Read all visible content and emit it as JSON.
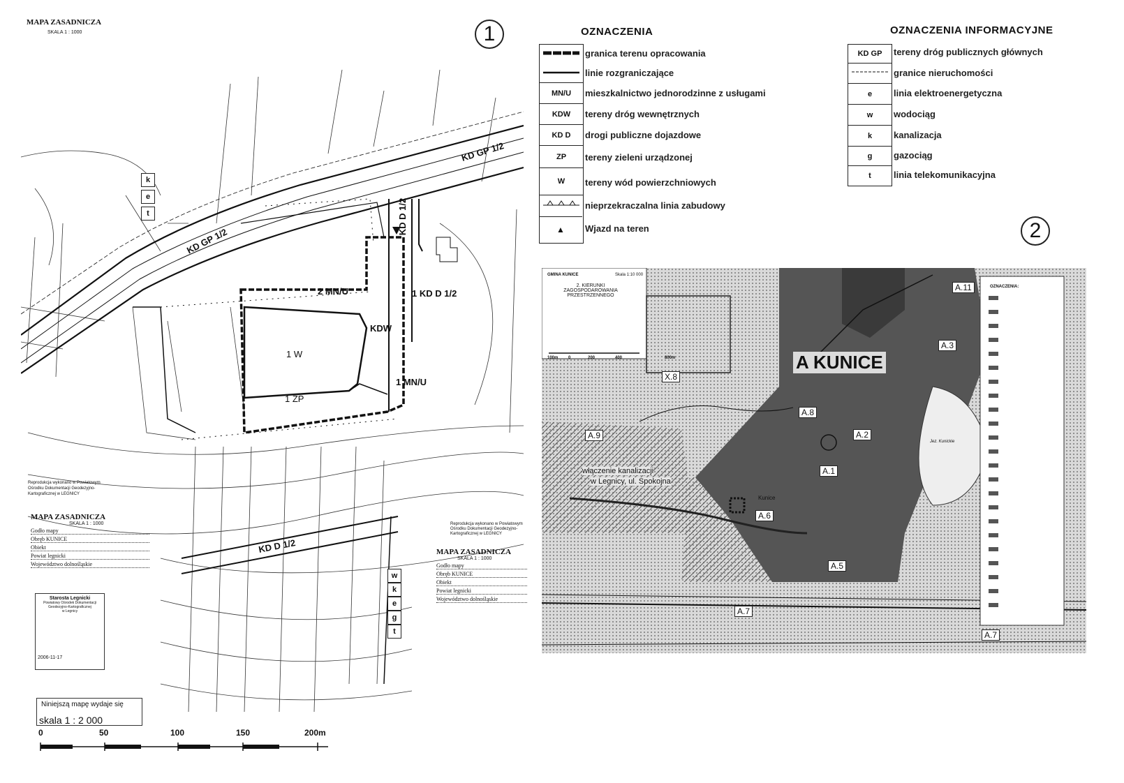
{
  "map1": {
    "top_title": "MAPA ZASADNICZA",
    "top_scale": "SKALA 1 : 1000",
    "panel_number": "1",
    "labels": {
      "kdgp_upper": "KD GP 1/2",
      "kdgp_lower": "KD GP 1/2",
      "kdd_vertical": "KD D 1/2",
      "kdd_right": "1 KD D 1/2",
      "mnu2": "2 MN/U",
      "kdw": "KDW",
      "w1": "1 W",
      "zp1": "1 ZP",
      "mnu1": "1 MN/U",
      "kdd_bottom": "KD D 1/2"
    },
    "utility_left": [
      "k",
      "e",
      "t"
    ],
    "utility_bottom": [
      "w",
      "k",
      "e",
      "g",
      "t"
    ],
    "repro_left": "Reprodukcja wykonano w Powiatowym Ośrodku Dokumentacji Geodezyjno-Kartograficznej w LEGNICY",
    "mid_title": "MAPA ZASADNICZA",
    "mid_scale": "SKALA 1 : 1000",
    "mid_fields": [
      "Godło mapy",
      "Obręb KUNICE",
      "Obiekt",
      "Powiat legnicki",
      "Województwo dolnośląskie"
    ],
    "right_repro": "Reprodukcja wykonano w Powiatowym Ośrodku Dokumentacji Geodezyjno-Kartograficznej w LEGNICY",
    "right_title": "MAPA ZASADNICZA",
    "right_scale": "SKALA 1 : 1000",
    "right_fields": [
      "Godło mapy",
      "Obręb KUNICE",
      "Obiekt",
      "Powiat legnicki",
      "Województwo dolnośląskie"
    ],
    "stamp_title": "Starosta Legnicki",
    "stamp_lines": [
      "Powiatowy Ośrodek Dokumentacji",
      "Geodezyjno-Kartograficznej",
      "w Legnicy"
    ],
    "stamp_date": "2006-11-17",
    "niniejsza": "Niniejszą mapę wydaje się",
    "scale_text": "skala 1 : 2 000",
    "scale_ticks": [
      "0",
      "50",
      "100",
      "150",
      "200m"
    ]
  },
  "legend": {
    "title_left": "OZNACZENIA",
    "title_right": "OZNACZENIA INFORMACYJNE",
    "items": [
      {
        "code": "",
        "text": "granica terenu opracowania"
      },
      {
        "code": "",
        "text": "linie rozgraniczające"
      },
      {
        "code": "MN/U",
        "text": "mieszkalnictwo jednorodzinne z usługami"
      },
      {
        "code": "KDW",
        "text": "tereny dróg wewnętrznych"
      },
      {
        "code": "KD D",
        "text": "drogi publiczne dojazdowe"
      },
      {
        "code": "ZP",
        "text": "tereny zieleni urządzonej"
      },
      {
        "code": "W",
        "text": "tereny wód powierzchniowych"
      },
      {
        "code": "",
        "text": "nieprzekraczalna linia zabudowy"
      },
      {
        "code": "",
        "text": "Wjazd na teren"
      }
    ],
    "info_items": [
      {
        "code": "KD GP",
        "text": "tereny dróg publicznych głównych"
      },
      {
        "code": "",
        "text": "granice nieruchomości"
      },
      {
        "code": "e",
        "text": "linia elektroenergetyczna"
      },
      {
        "code": "w",
        "text": "wodociąg"
      },
      {
        "code": "k",
        "text": "kanalizacja"
      },
      {
        "code": "g",
        "text": "gazociąg"
      },
      {
        "code": "t",
        "text": "linia telekomunikacyjna"
      }
    ]
  },
  "map2": {
    "panel_number": "2",
    "header_gmina": "GMINA KUNICE",
    "header_scale": "Skala 1:10 000",
    "header_title": "2. KIERUNKI ZAGOSPODAROWANIA PRZESTRZENNEGO",
    "scale_ticks": [
      "100m",
      "0",
      "200",
      "400",
      "800m"
    ],
    "area_title": "A KUNICE",
    "zones": [
      "A.11",
      "A.3",
      "X.8",
      "A.8",
      "A.2",
      "A.9",
      "A.1",
      "A.6",
      "A.5",
      "A.7",
      "A.7"
    ],
    "place_label": "Kunice",
    "project_label_1": "włączenie kanalizacji",
    "project_label_2": "w Legnicy, ul. Spokojna",
    "lake_label": "Jez. Kunickie",
    "legend_title": "OZNACZENIA:"
  }
}
